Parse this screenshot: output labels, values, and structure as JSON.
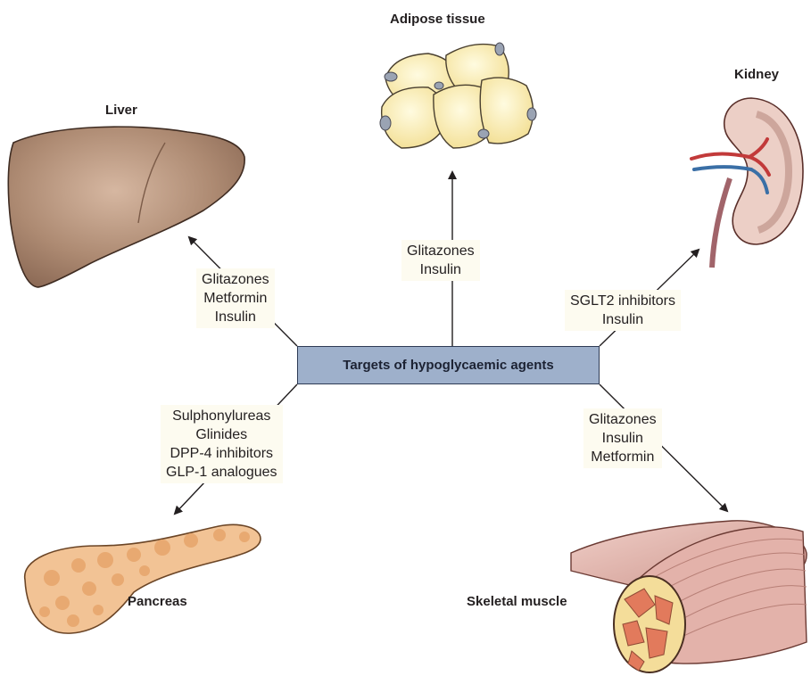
{
  "center": {
    "title": "Targets of hypoglycaemic agents"
  },
  "organs": {
    "liver": {
      "title": "Liver",
      "drugs": [
        "Glitazones",
        "Metformin",
        "Insulin"
      ]
    },
    "adipose": {
      "title": "Adipose tissue",
      "drugs": [
        "Glitazones",
        "Insulin"
      ]
    },
    "kidney": {
      "title": "Kidney",
      "drugs": [
        "SGLT2 inhibitors",
        "Insulin"
      ]
    },
    "pancreas": {
      "title": "Pancreas",
      "drugs": [
        "Sulphonylureas",
        "Glinides",
        "DPP-4 inhibitors",
        "GLP-1 analogues"
      ]
    },
    "muscle": {
      "title": "Skeletal muscle",
      "drugs": [
        "Glitazones",
        "Insulin",
        "Metformin"
      ]
    }
  },
  "colors": {
    "center_box": "#9eb0cb",
    "liver": "#a5826a",
    "adipose": "#f6e6a6",
    "kidney": "#e9c9c2",
    "pancreas": "#f1c292",
    "muscle": "#e4b5ae"
  }
}
